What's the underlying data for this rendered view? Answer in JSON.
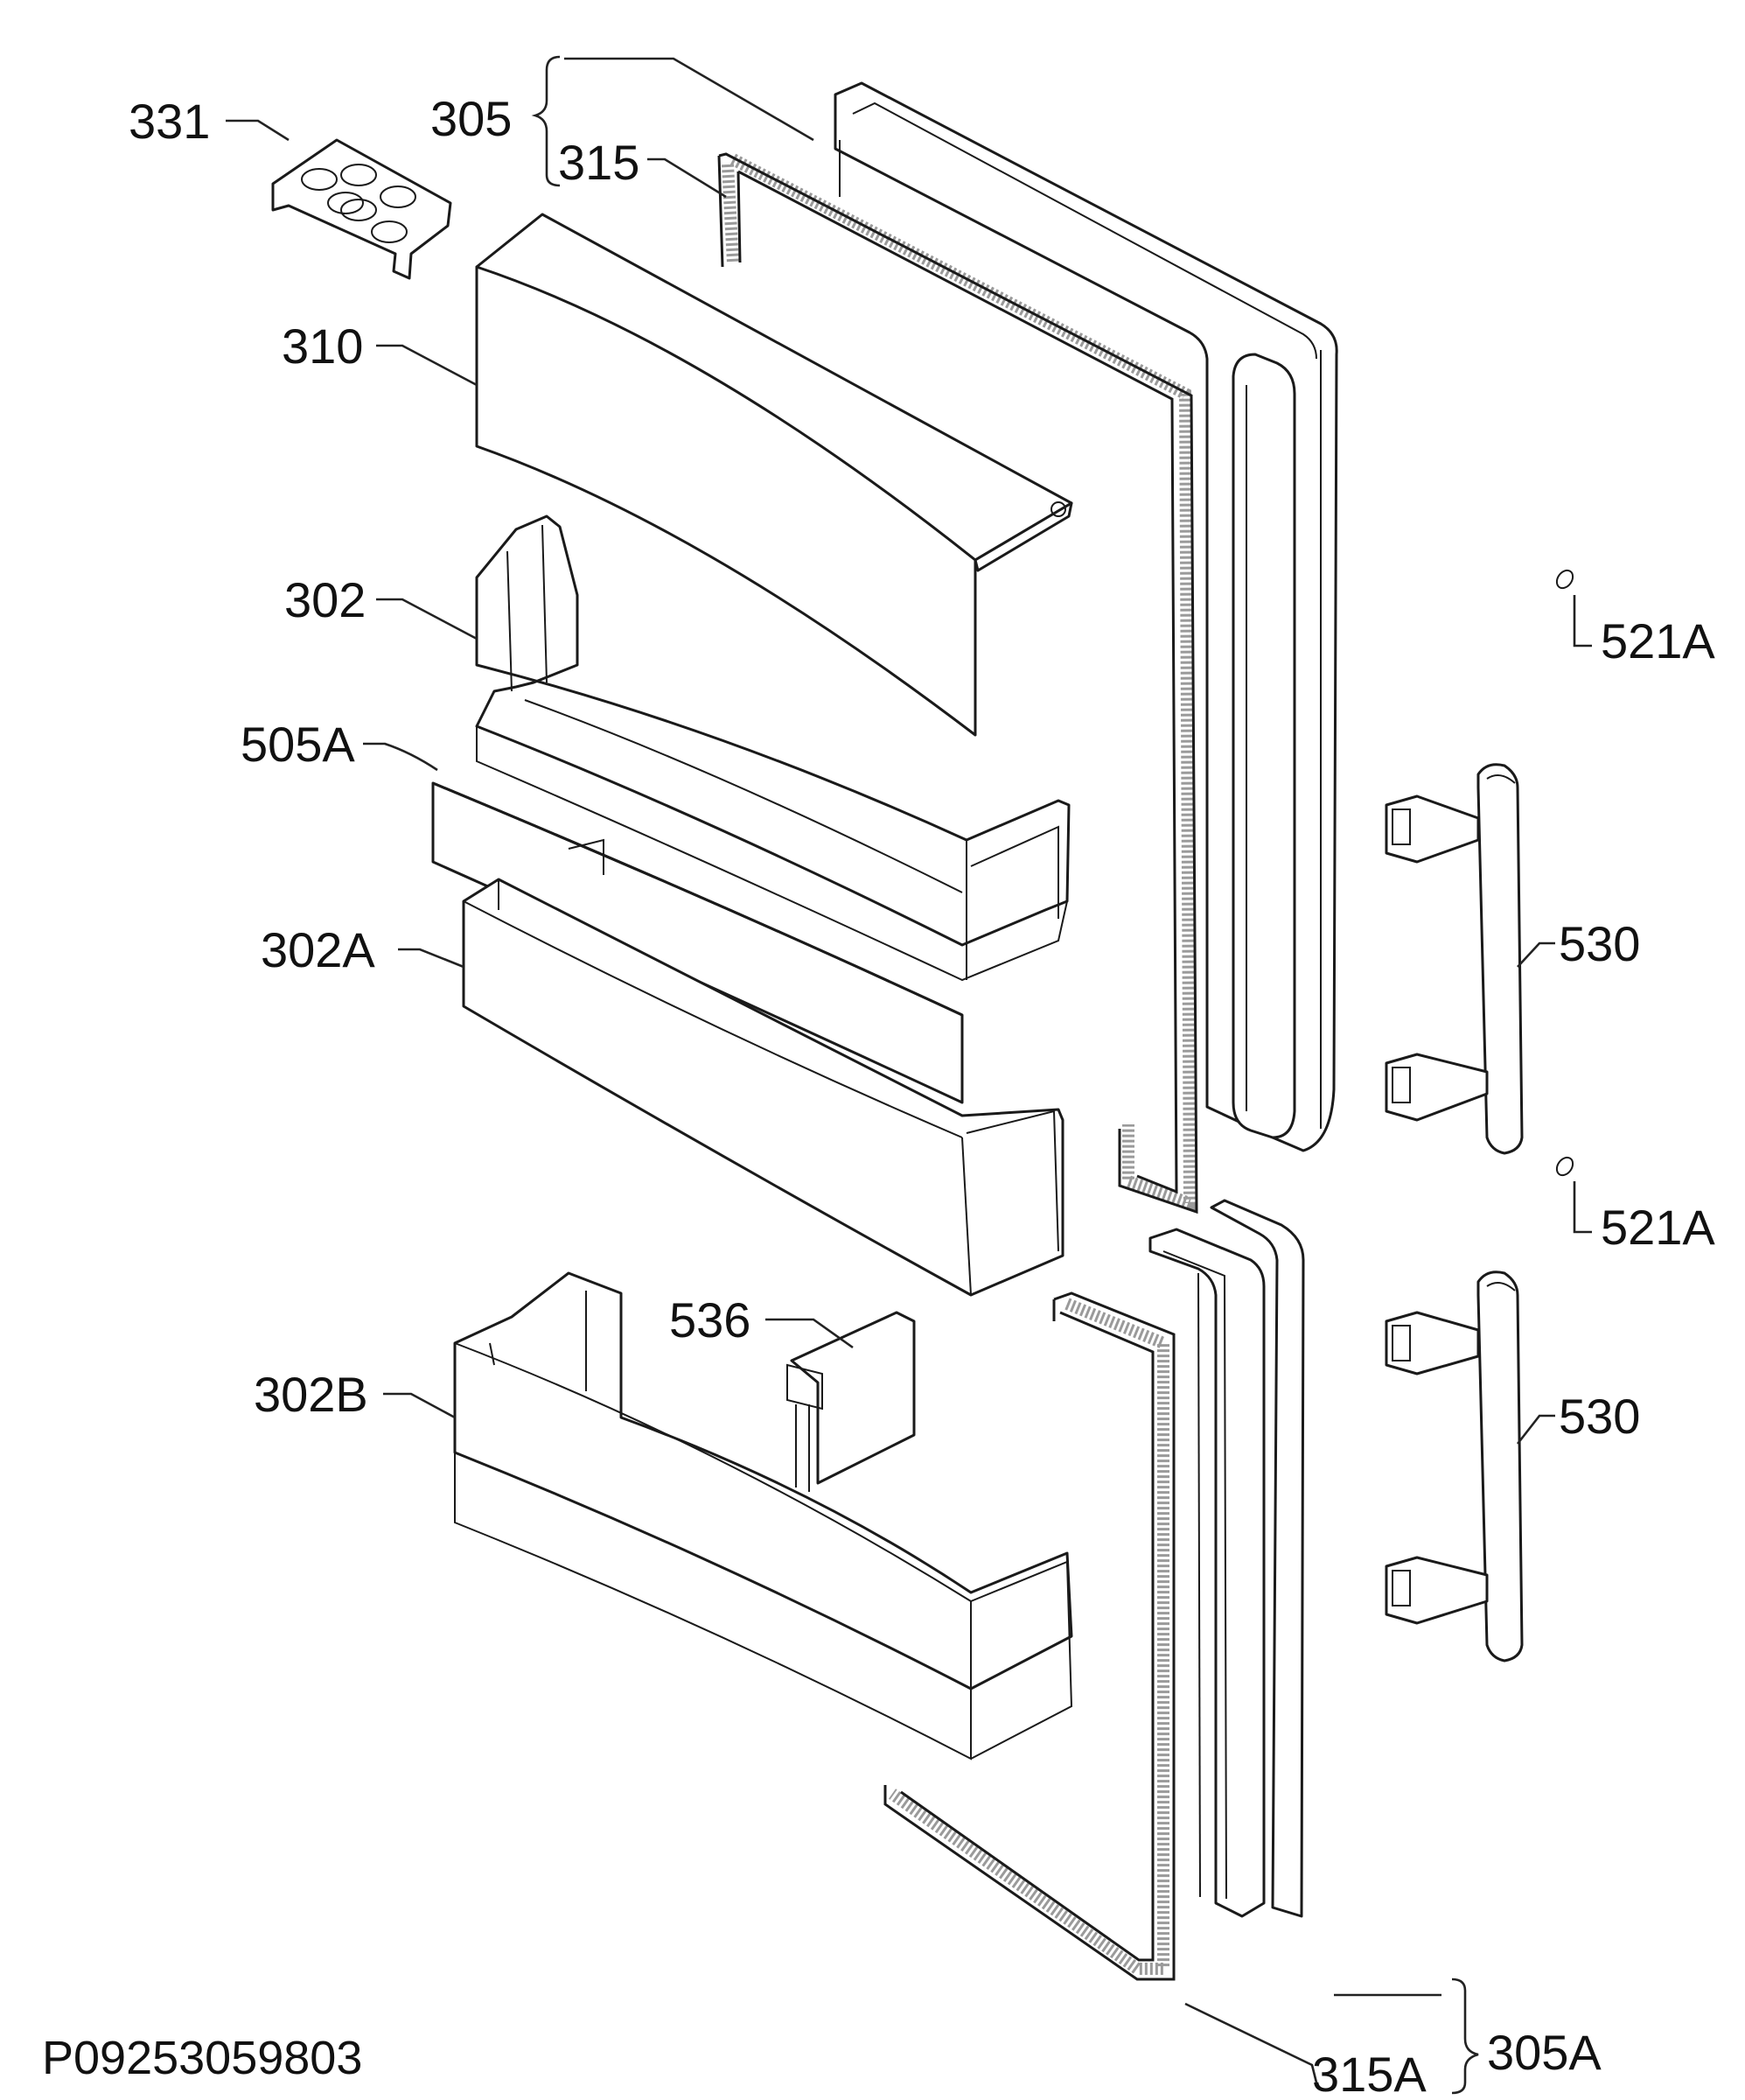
{
  "diagram": {
    "part_code": "P09253059803",
    "labels": {
      "l331": "331",
      "l305": "305",
      "l315": "315",
      "l310": "310",
      "l302": "302",
      "l505A": "505A",
      "l302A": "302A",
      "l536": "536",
      "l302B": "302B",
      "l521A_top": "521A",
      "l521A_bottom": "521A",
      "l530_top": "530",
      "l530_bottom": "530",
      "l305A": "305A",
      "l315A": "315A"
    }
  }
}
